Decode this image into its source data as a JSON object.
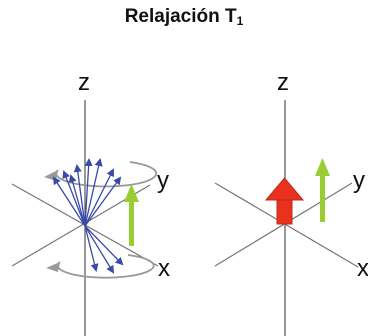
{
  "title": {
    "text": "Relajación T",
    "subscript": "1"
  },
  "left_panel": {
    "axes": {
      "z": "z",
      "y": "y",
      "x": "x"
    },
    "spin_color": "#3a4aa8",
    "arrow_color": "#9acd32"
  },
  "right_panel": {
    "axes": {
      "z": "z",
      "y": "y",
      "x": "x"
    },
    "net_arrow_color": "#e8321e",
    "arrow_color": "#9acd32"
  }
}
